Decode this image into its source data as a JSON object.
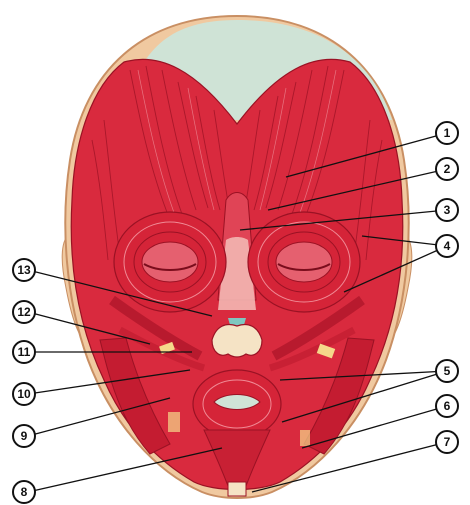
{
  "figure": {
    "colors": {
      "muscle": "#d92a3e",
      "muscle_dark": "#9a1224",
      "muscle_light": "#f08a95",
      "skin": "#f0c9a0",
      "skull_top": "#cfe3d6",
      "tendon": "#f5e3c5",
      "background": "#ffffff"
    },
    "markers": [
      {
        "id": "m1",
        "label": "1"
      },
      {
        "id": "m2",
        "label": "2"
      },
      {
        "id": "m3",
        "label": "3"
      },
      {
        "id": "m4",
        "label": "4"
      },
      {
        "id": "m5",
        "label": "5"
      },
      {
        "id": "m6",
        "label": "6"
      },
      {
        "id": "m7",
        "label": "7"
      },
      {
        "id": "m8",
        "label": "8"
      },
      {
        "id": "m9",
        "label": "9"
      },
      {
        "id": "m10",
        "label": "10"
      },
      {
        "id": "m11",
        "label": "11"
      },
      {
        "id": "m12",
        "label": "12"
      },
      {
        "id": "m13",
        "label": "13"
      }
    ]
  }
}
